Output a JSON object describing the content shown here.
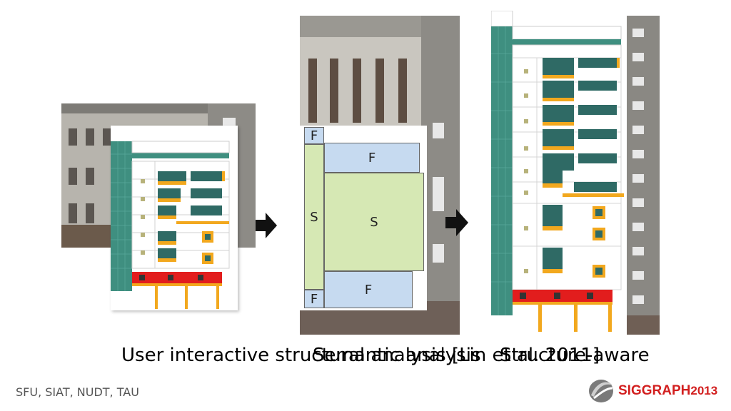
{
  "caption": {
    "text_a": "User interactive structural analysis [Lin et al. 2011]",
    "text_b": "Semantic analysis",
    "text_c": "Structure-aware"
  },
  "footer": {
    "affiliations": "SFU, SIAT, NUDT, TAU"
  },
  "logo": {
    "text": "SIGGRAPH",
    "year": "2013"
  },
  "diagram": {
    "labels": {
      "F": "F",
      "S": "S"
    }
  },
  "colors": {
    "teal": "#3f8f80",
    "orange": "#f2a81e",
    "red": "#e21d1d",
    "green_block": "#d6e8b4",
    "blue_block": "#c6daf0",
    "dark_window": "#2f5f5a"
  }
}
